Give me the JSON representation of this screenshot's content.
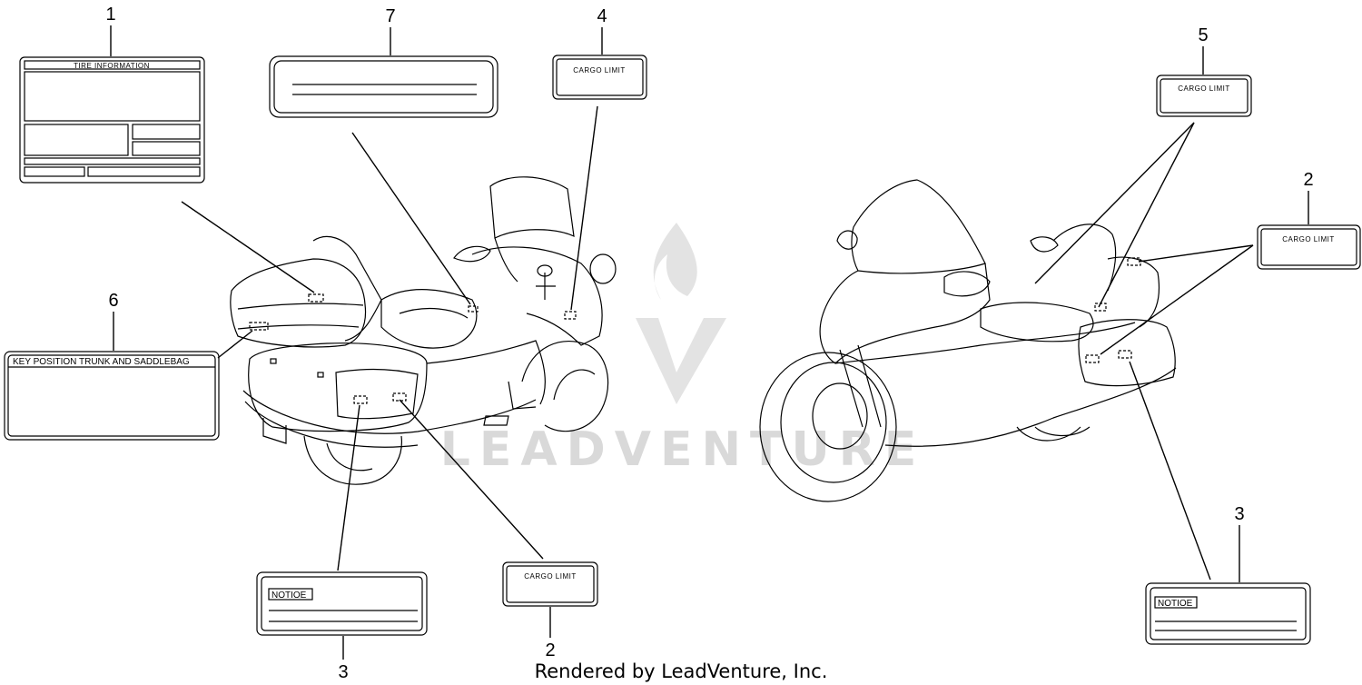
{
  "watermark": "LEADVENTURE",
  "footer": "Rendered by LeadVenture, Inc.",
  "callouts": {
    "c1": "1",
    "c7": "7",
    "c4": "4",
    "c6": "6",
    "c3a": "3",
    "c2a": "2",
    "c5": "5",
    "c2b": "2",
    "c3b": "3"
  },
  "labels": {
    "tire_information": "TIRE INFORMATION",
    "cargo_limit_4": "CARGO LIMIT",
    "cargo_limit_2a": "CARGO LIMIT",
    "cargo_limit_5": "CARGO LIMIT",
    "cargo_limit_2b": "CARGO LIMIT",
    "key_position": "KEY POSITION  TRUNK AND SADDLEBAG",
    "notice_a": "NOTIOE",
    "notice_b": "NOTIOE"
  }
}
